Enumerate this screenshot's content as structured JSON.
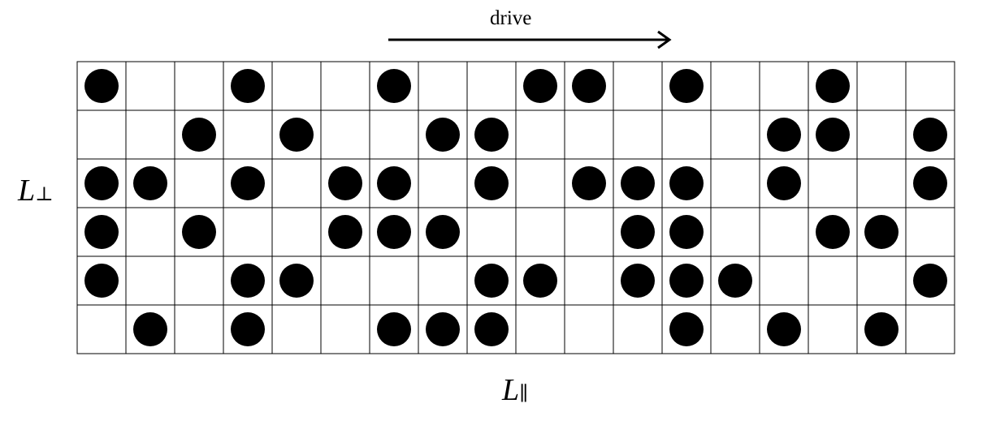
{
  "diagram": {
    "drive_label": "drive",
    "axis_perp": {
      "symbol": "L",
      "subscript": "⊥"
    },
    "axis_parallel": {
      "symbol": "L",
      "subscript": "∥"
    },
    "lattice": {
      "rows": 6,
      "cols": 18,
      "occupancy": [
        [
          1,
          0,
          0,
          1,
          0,
          0,
          1,
          0,
          0,
          1,
          1,
          0,
          1,
          0,
          0,
          1,
          0,
          0
        ],
        [
          0,
          0,
          1,
          0,
          1,
          0,
          0,
          1,
          1,
          0,
          0,
          0,
          0,
          0,
          1,
          1,
          0,
          1
        ],
        [
          1,
          1,
          0,
          1,
          0,
          1,
          1,
          0,
          1,
          0,
          1,
          1,
          1,
          0,
          1,
          0,
          0,
          1
        ],
        [
          1,
          0,
          1,
          0,
          0,
          1,
          1,
          1,
          0,
          0,
          0,
          1,
          1,
          0,
          0,
          1,
          1,
          0
        ],
        [
          1,
          0,
          0,
          1,
          1,
          0,
          0,
          0,
          1,
          1,
          0,
          1,
          1,
          1,
          0,
          0,
          0,
          1
        ],
        [
          0,
          1,
          0,
          1,
          0,
          0,
          1,
          1,
          1,
          0,
          0,
          0,
          1,
          0,
          1,
          0,
          1,
          0
        ]
      ]
    },
    "colors": {
      "particle": "#000000",
      "grid": "#000000",
      "background": "#ffffff"
    }
  }
}
